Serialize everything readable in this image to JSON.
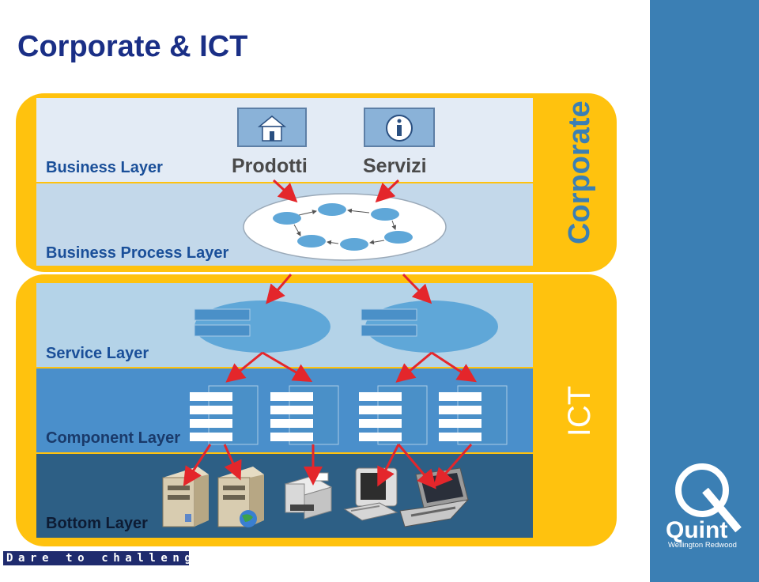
{
  "title": "Corporate & ICT",
  "corporate_label": "Corporate",
  "ict_label": "ICT",
  "layers": {
    "business": "Business Layer",
    "process": "Business Process Layer",
    "service": "Service Layer",
    "component": "Component Layer",
    "bottom": "Bottom Layer"
  },
  "business_items": {
    "products": "Prodotti",
    "services": "Servizi"
  },
  "motto": "Dare to challenge",
  "logo": {
    "name": "Quint",
    "subtitle": "Wellington Redwood"
  },
  "colors": {
    "title": "#1a2f86",
    "panel": "#ffc20e",
    "sidebar": "#3b7fb4",
    "arrow": "#e4262b"
  },
  "icons": {
    "products": "house-icon",
    "services": "info-icon",
    "bottom": [
      "server-icon",
      "server-globe-icon",
      "printer-icon",
      "workstation-icon",
      "laptop-icon"
    ]
  }
}
